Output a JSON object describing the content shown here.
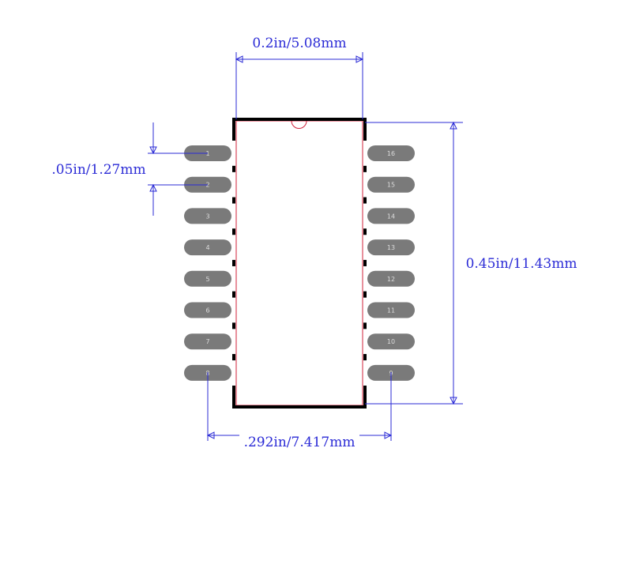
{
  "dimensions": {
    "body_width": "0.2in/5.08mm",
    "pitch": ".05in/1.27mm",
    "body_length": "0.45in/11.43mm",
    "pad_span": ".292in/7.417mm"
  },
  "pins": {
    "left": [
      "1",
      "2",
      "3",
      "4",
      "5",
      "6",
      "7",
      "8"
    ],
    "right": [
      "16",
      "15",
      "14",
      "13",
      "12",
      "11",
      "10",
      "9"
    ]
  },
  "colors": {
    "dimension": "#2b2bd6",
    "pad_fill": "#7a7a7a",
    "pad_text": "#dcdcdc",
    "outline": "#000000",
    "body_outline": "#d0203a"
  }
}
